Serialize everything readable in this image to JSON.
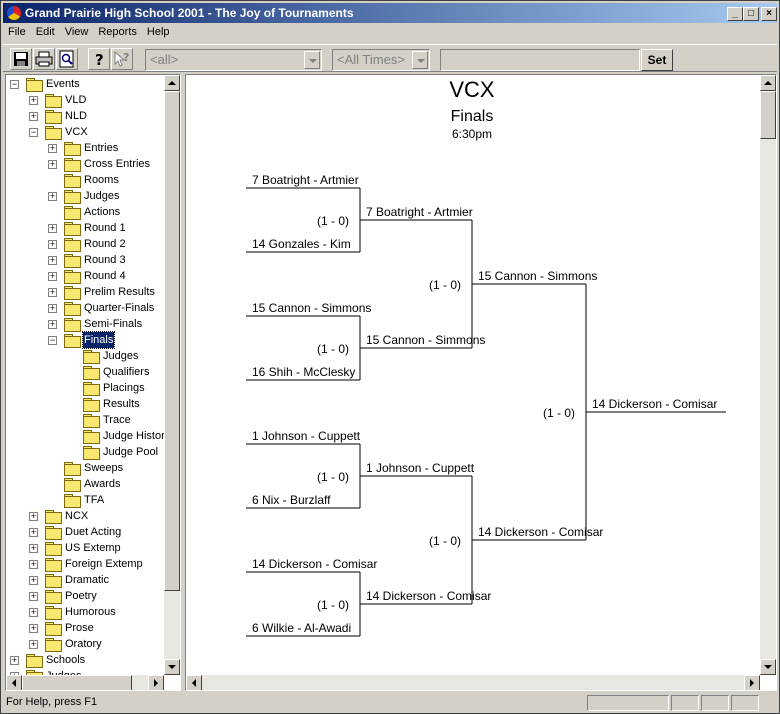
{
  "window": {
    "title": "Grand Prairie High School 2001 - The Joy of Tournaments"
  },
  "menu": [
    "File",
    "Edit",
    "View",
    "Reports",
    "Help"
  ],
  "toolbar": {
    "event_combo": "<all>",
    "time_combo": "<All Times>",
    "set_input_value": "",
    "set_label": "Set"
  },
  "tree": [
    {
      "label": "Events",
      "level": 0,
      "exp": "-"
    },
    {
      "label": "VLD",
      "level": 1,
      "exp": "+"
    },
    {
      "label": "NLD",
      "level": 1,
      "exp": "+"
    },
    {
      "label": "VCX",
      "level": 1,
      "exp": "-"
    },
    {
      "label": "Entries",
      "level": 2,
      "exp": "+"
    },
    {
      "label": "Cross Entries",
      "level": 2,
      "exp": "+"
    },
    {
      "label": "Rooms",
      "level": 2,
      "exp": ""
    },
    {
      "label": "Judges",
      "level": 2,
      "exp": "+"
    },
    {
      "label": "Actions",
      "level": 2,
      "exp": ""
    },
    {
      "label": "Round 1",
      "level": 2,
      "exp": "+"
    },
    {
      "label": "Round 2",
      "level": 2,
      "exp": "+"
    },
    {
      "label": "Round 3",
      "level": 2,
      "exp": "+"
    },
    {
      "label": "Round 4",
      "level": 2,
      "exp": "+"
    },
    {
      "label": "Prelim Results",
      "level": 2,
      "exp": "+"
    },
    {
      "label": "Quarter-Finals",
      "level": 2,
      "exp": "+"
    },
    {
      "label": "Semi-Finals",
      "level": 2,
      "exp": "+"
    },
    {
      "label": "Finals",
      "level": 2,
      "exp": "-",
      "selected": true
    },
    {
      "label": "Judges",
      "level": 3,
      "exp": ""
    },
    {
      "label": "Qualifiers",
      "level": 3,
      "exp": ""
    },
    {
      "label": "Placings",
      "level": 3,
      "exp": ""
    },
    {
      "label": "Results",
      "level": 3,
      "exp": ""
    },
    {
      "label": "Trace",
      "level": 3,
      "exp": ""
    },
    {
      "label": "Judge History",
      "level": 3,
      "exp": ""
    },
    {
      "label": "Judge Pool",
      "level": 3,
      "exp": ""
    },
    {
      "label": "Sweeps",
      "level": 2,
      "exp": ""
    },
    {
      "label": "Awards",
      "level": 2,
      "exp": ""
    },
    {
      "label": "TFA",
      "level": 2,
      "exp": ""
    },
    {
      "label": "NCX",
      "level": 1,
      "exp": "+"
    },
    {
      "label": "Duet Acting",
      "level": 1,
      "exp": "+"
    },
    {
      "label": "US Extemp",
      "level": 1,
      "exp": "+"
    },
    {
      "label": "Foreign Extemp",
      "level": 1,
      "exp": "+"
    },
    {
      "label": "Dramatic",
      "level": 1,
      "exp": "+"
    },
    {
      "label": "Poetry",
      "level": 1,
      "exp": "+"
    },
    {
      "label": "Humorous",
      "level": 1,
      "exp": "+"
    },
    {
      "label": "Prose",
      "level": 1,
      "exp": "+"
    },
    {
      "label": "Oratory",
      "level": 1,
      "exp": "+"
    },
    {
      "label": "Schools",
      "level": 0,
      "exp": "+"
    },
    {
      "label": "Judges",
      "level": 0,
      "exp": "+"
    }
  ],
  "report": {
    "event": "VCX",
    "round": "Finals",
    "time": "6:30pm"
  },
  "bracket": {
    "round1": [
      "7 Boatright - Artmier",
      "14 Gonzales - Kim",
      "15 Cannon - Simmons",
      "16 Shih - McClesky",
      "1 Johnson - Cuppett",
      "6 Nix - Burzlaff",
      "14 Dickerson - Comisar",
      "6 Wilkie - Al-Awadi"
    ],
    "round1_scores": [
      "(1 - 0)",
      "(1 - 0)",
      "(1 - 0)",
      "(1 - 0)"
    ],
    "round2": [
      "7 Boatright - Artmier",
      "15 Cannon - Simmons",
      "1 Johnson - Cuppett",
      "14 Dickerson - Comisar"
    ],
    "round2_scores": [
      "(1 - 0)",
      "(1 - 0)"
    ],
    "round3": [
      "15 Cannon - Simmons",
      "14 Dickerson - Comisar"
    ],
    "round3_scores": [
      "(1 - 0)"
    ],
    "champion": "14 Dickerson - Comisar"
  },
  "status": {
    "text": "For Help, press F1"
  }
}
